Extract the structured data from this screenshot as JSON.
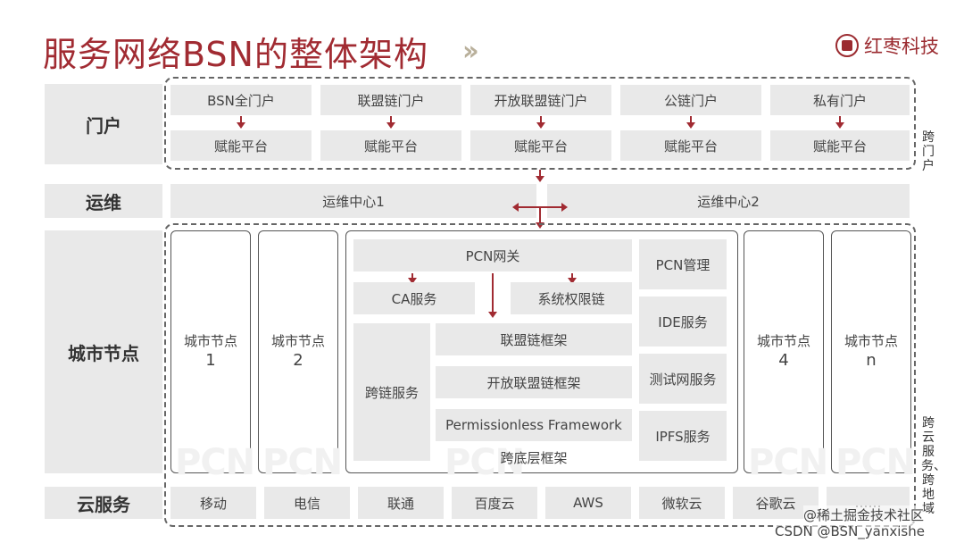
{
  "title": "服务网络BSN的整体架构",
  "brand": "红枣科技",
  "rows": {
    "portal": "门户",
    "ops": "运维",
    "city": "城市节点",
    "cloud": "云服务"
  },
  "portals": [
    "BSN全门户",
    "联盟链门户",
    "开放联盟链门户",
    "公链门户",
    "私有门户"
  ],
  "enable_platform": "赋能平台",
  "ops_centers": [
    "运维中心1",
    "运维中心2"
  ],
  "city_nodes": [
    {
      "label": "城市节点",
      "num": "1"
    },
    {
      "label": "城市节点",
      "num": "2"
    },
    {
      "label": "城市节点",
      "num": "4"
    },
    {
      "label": "城市节点",
      "num": "n"
    }
  ],
  "center": {
    "gateway": "PCN网关",
    "ca": "CA服务",
    "permission_chain": "系统权限链",
    "cross_chain": "跨链服务",
    "alliance_framework": "联盟链框架",
    "open_alliance_framework": "开放联盟链框架",
    "permissionless": "Permissionless Framework",
    "base_framework": "跨底层框架",
    "pcn_manage": "PCN管理",
    "ide": "IDE服务",
    "testnet": "测试网服务",
    "ipfs": "IPFS服务"
  },
  "cloud_providers": [
    "移动",
    "电信",
    "联通",
    "百度云",
    "AWS",
    "微软云",
    "谷歌云",
    "……"
  ],
  "side_labels": {
    "cross_portal": "跨门户",
    "cross_cloud": "跨云服务、跨地域"
  },
  "watermark_text": "PCN",
  "footer_watermark": "CSDN @BSN_yanxishe",
  "footer_watermark2": "@稀土掘金技术社区"
}
